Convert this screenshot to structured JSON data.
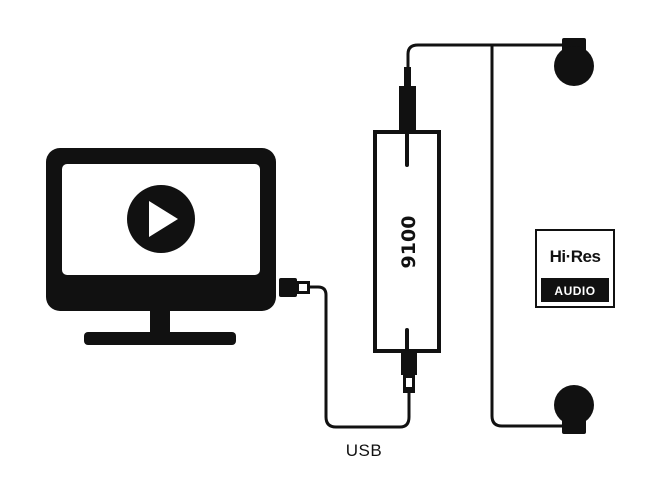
{
  "dac": {
    "model_label": "9100"
  },
  "cable": {
    "usb_label": "USB"
  },
  "hires_logo": {
    "top_text": "Hi·Res",
    "bottom_text": "AUDIO"
  },
  "colors": {
    "ink": "#111111",
    "background": "#ffffff"
  },
  "icons": {
    "monitor": "monitor-icon",
    "play": "play-icon",
    "usb_plug": "usb-plug-icon",
    "headphones": "earbud-icon"
  }
}
